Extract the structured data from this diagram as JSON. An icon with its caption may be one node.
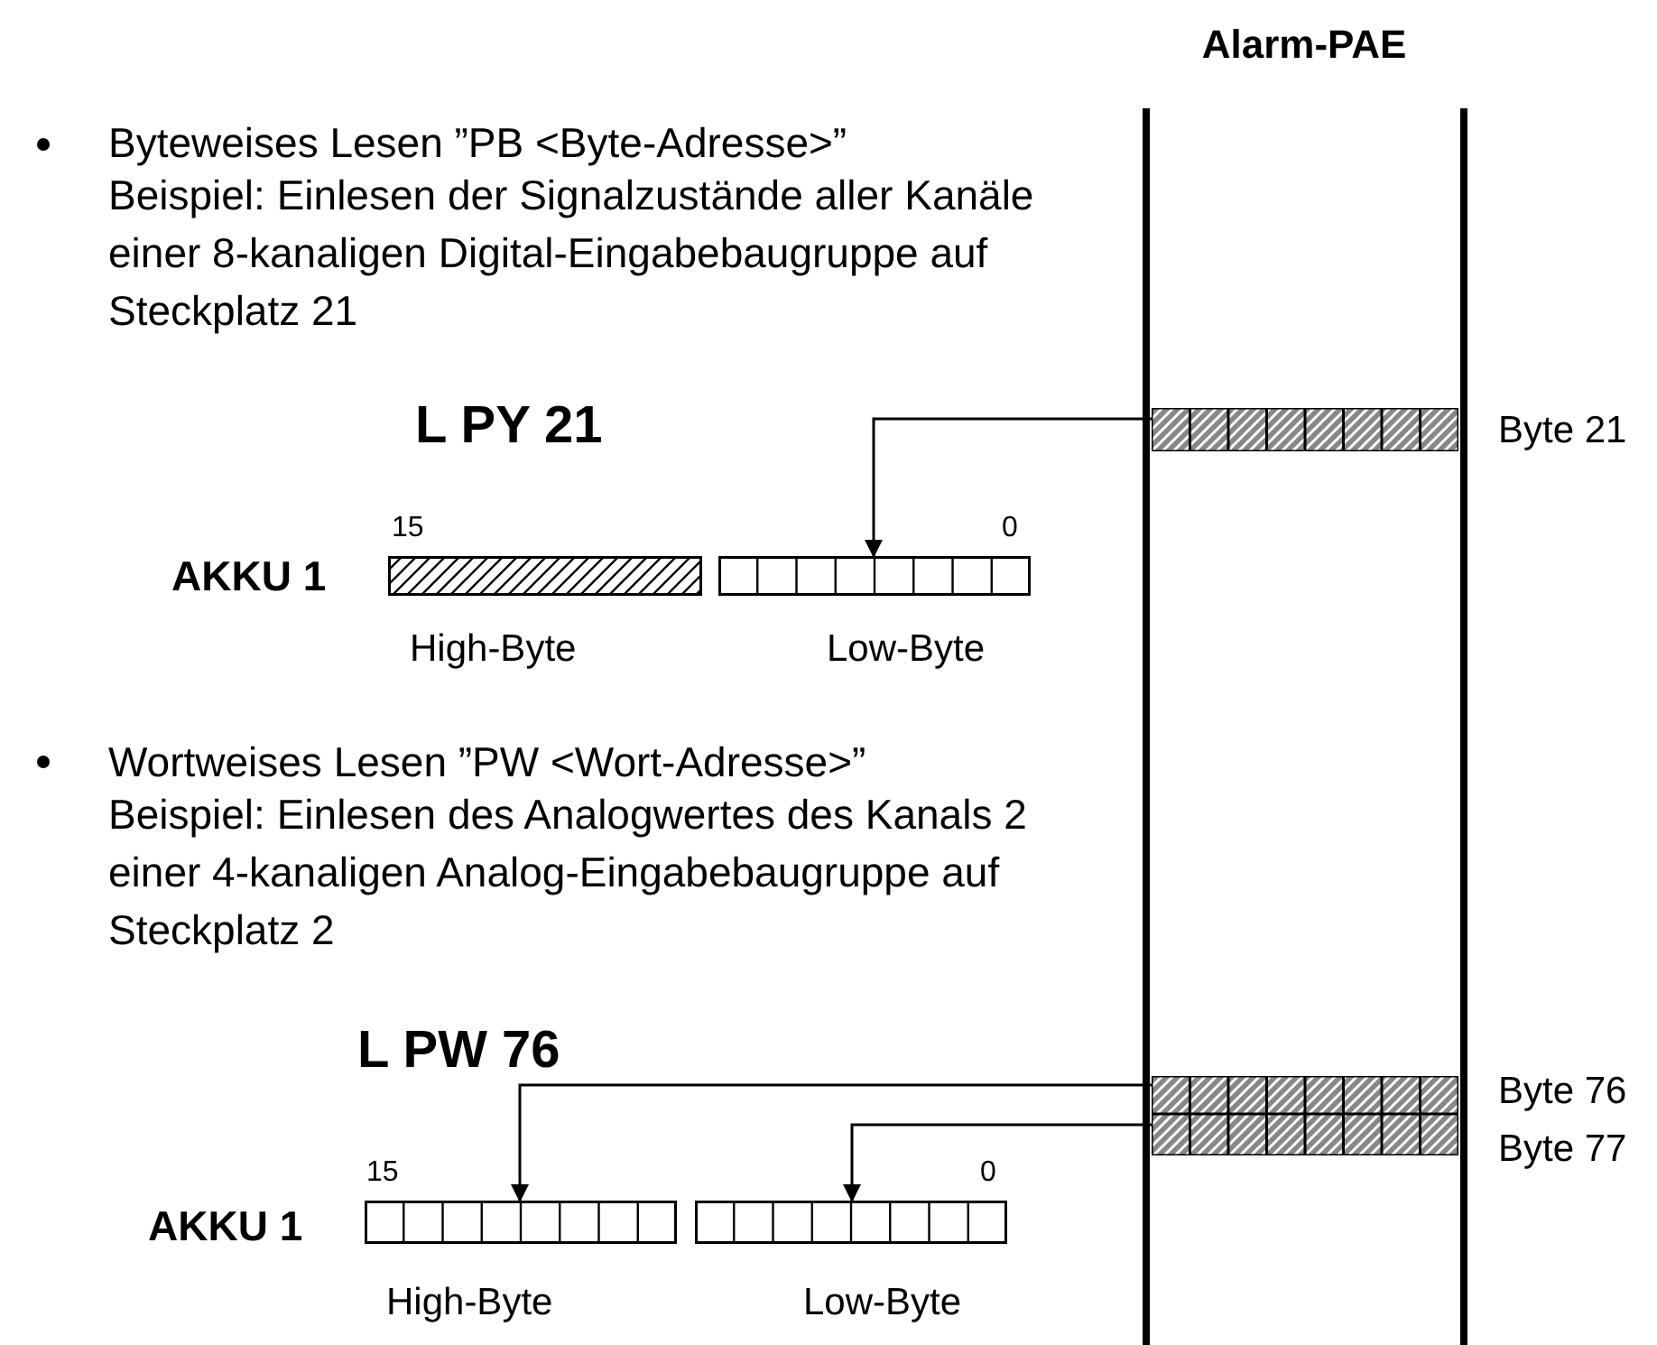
{
  "diagram": {
    "nodes": [
      {
        "text": [
          "Alarm-PAE"
        ]
      },
      {
        "text": [],
        "shape": "bar",
        "in": 0,
        "beside": [
          "Byte 21"
        ]
      },
      {
        "text": [],
        "shape": "bar",
        "in": 0,
        "beside": [
          "Byte 76"
        ]
      },
      {
        "text": [],
        "shape": "bar",
        "in": 0,
        "beside": [
          "Byte 77"
        ]
      },
      {
        "text": [],
        "shape": "box",
        "beside": [
          "High-Byte"
        ]
      },
      {
        "text": [],
        "shape": "box",
        "beside": [
          "Low-Byte"
        ]
      },
      {
        "text": [],
        "shape": "box",
        "beside": [
          "High-Byte"
        ]
      },
      {
        "text": [],
        "shape": "box",
        "beside": [
          "Low-Byte"
        ]
      }
    ],
    "edges": [
      {
        "from": 1,
        "to": 5,
        "arrow": "to"
      },
      {
        "from": 2,
        "to": 6,
        "arrow": "to"
      },
      {
        "from": 3,
        "to": 7,
        "arrow": "to"
      }
    ],
    "labels": [
      "Byteweises Lesen ”PB <Byte-Adresse>”",
      "Beispiel: Einlesen der Signalzustände aller Kanäle einer 8-kanaligen Digital-Eingabebaugruppe auf Steckplatz 21",
      "L PY 21",
      "15",
      "0",
      "AKKU 1",
      "Wortweises Lesen ”PW <Wort-Adresse>”",
      "Beispiel: Einlesen des Analogwertes des Kanals 2 einer 4-kanaligen Analog-Eingabebaugruppe auf Steckplatz 2",
      "L PW 76",
      "15",
      "0",
      "AKKU 1"
    ]
  }
}
